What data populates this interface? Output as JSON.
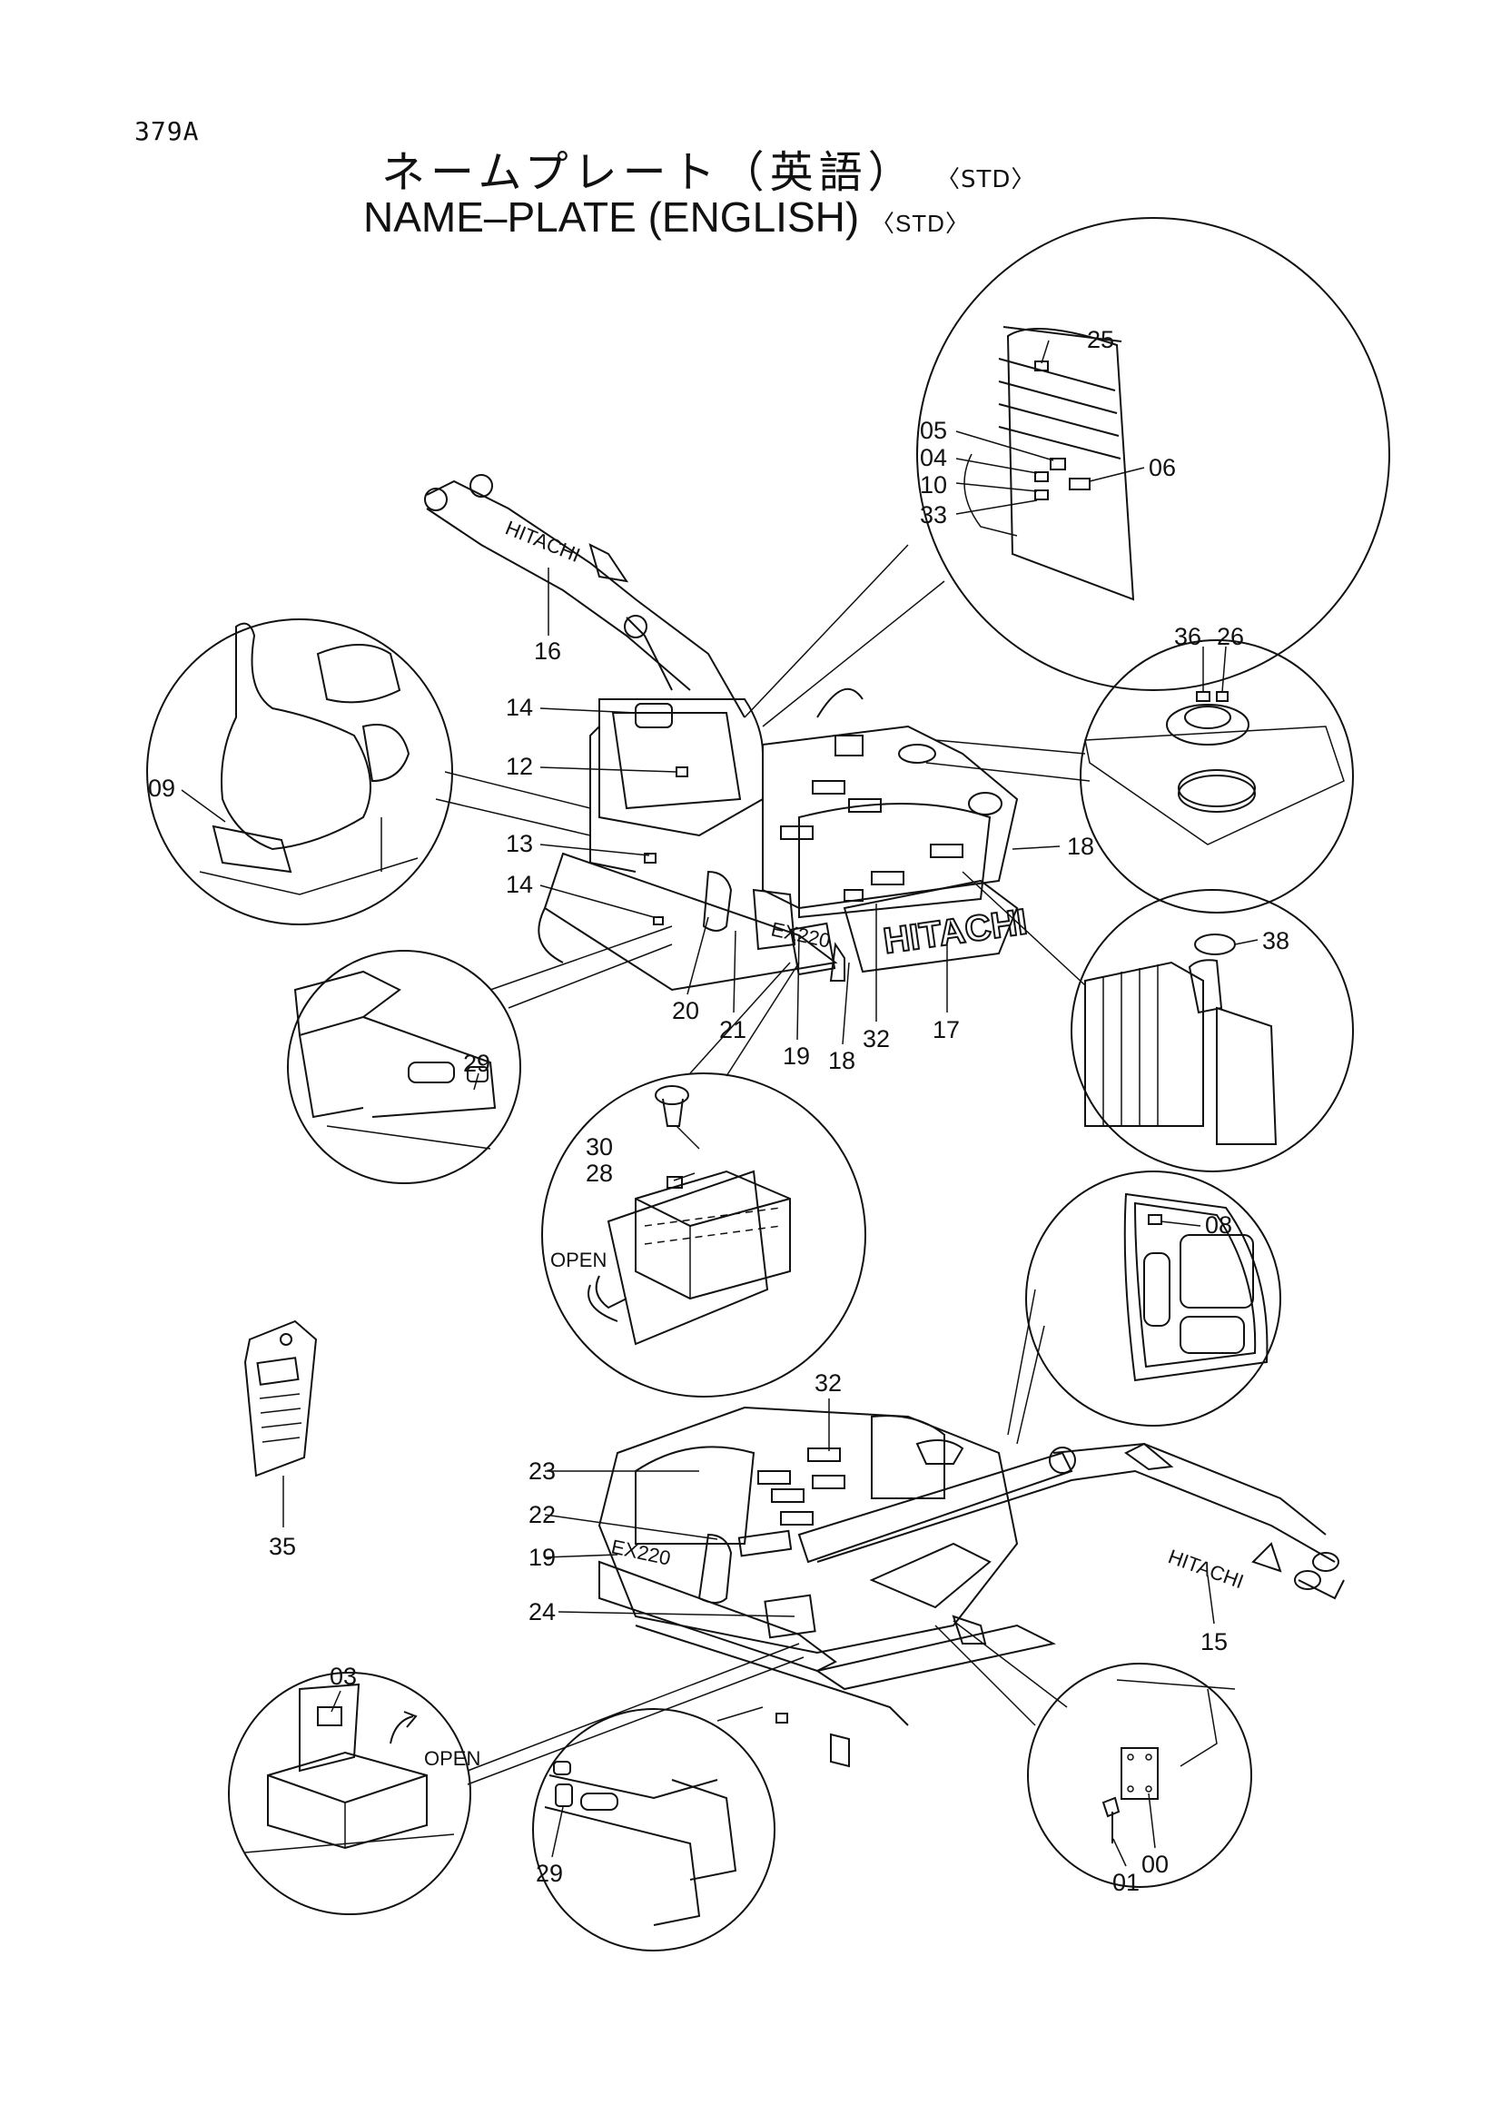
{
  "page": {
    "code": "379A",
    "title_ja": "ネームプレート（英語）",
    "title_en": "NAME–PLATE (ENGLISH)",
    "std_tag": "〈STD〉"
  },
  "brand_marks": {
    "boom_text": "HITACHI",
    "counterweight_text": "HITACHI",
    "model_text": "EX220",
    "open_label_1": "OPEN",
    "open_label_2": "OPEN"
  },
  "callouts": [
    {
      "id": "c25",
      "label": "25"
    },
    {
      "id": "c05",
      "label": "05"
    },
    {
      "id": "c04",
      "label": "04"
    },
    {
      "id": "c10",
      "label": "10"
    },
    {
      "id": "c33",
      "label": "33"
    },
    {
      "id": "c06",
      "label": "06"
    },
    {
      "id": "c16",
      "label": "16"
    },
    {
      "id": "c36",
      "label": "36"
    },
    {
      "id": "c26",
      "label": "26"
    },
    {
      "id": "c14a",
      "label": "14"
    },
    {
      "id": "c12",
      "label": "12"
    },
    {
      "id": "c09",
      "label": "09"
    },
    {
      "id": "c13",
      "label": "13"
    },
    {
      "id": "c14b",
      "label": "14"
    },
    {
      "id": "c18a",
      "label": "18"
    },
    {
      "id": "c38",
      "label": "38"
    },
    {
      "id": "c29a",
      "label": "29"
    },
    {
      "id": "c20",
      "label": "20"
    },
    {
      "id": "c21",
      "label": "21"
    },
    {
      "id": "c19a",
      "label": "19"
    },
    {
      "id": "c18b",
      "label": "18"
    },
    {
      "id": "c32a",
      "label": "32"
    },
    {
      "id": "c17",
      "label": "17"
    },
    {
      "id": "c30",
      "label": "30"
    },
    {
      "id": "c28",
      "label": "28"
    },
    {
      "id": "c08",
      "label": "08"
    },
    {
      "id": "c35",
      "label": "35"
    },
    {
      "id": "c32b",
      "label": "32"
    },
    {
      "id": "c23",
      "label": "23"
    },
    {
      "id": "c22",
      "label": "22"
    },
    {
      "id": "c19b",
      "label": "19"
    },
    {
      "id": "c24",
      "label": "24"
    },
    {
      "id": "c15",
      "label": "15"
    },
    {
      "id": "c03",
      "label": "03"
    },
    {
      "id": "c29b",
      "label": "29"
    },
    {
      "id": "c01",
      "label": "01"
    },
    {
      "id": "c00",
      "label": "00"
    }
  ]
}
